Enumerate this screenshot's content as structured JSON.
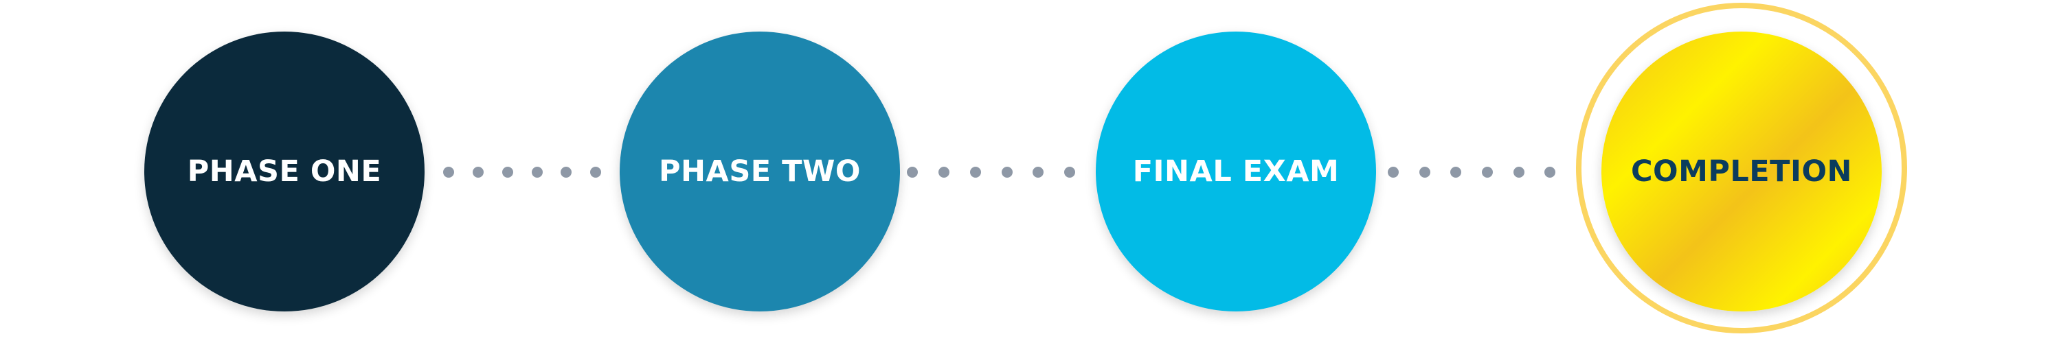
{
  "steps": [
    {
      "label": "PHASE ONE",
      "fill": "#0b2a3c",
      "text_color": "#ffffff"
    },
    {
      "label": "PHASE TWO",
      "fill": "#1c86ae",
      "text_color": "#ffffff"
    },
    {
      "label": "FINAL EXAM",
      "fill": "#02bbe6",
      "text_color": "#ffffff"
    },
    {
      "label": "COMPLETION",
      "fill": "#f7d417",
      "text_color": "#0b3c5d",
      "gradient": [
        "#f3c319",
        "#fff200",
        "#f3c319",
        "#fff200"
      ],
      "ring_color": "#fbd561"
    }
  ],
  "connector": {
    "dot_color": "#8e98a6",
    "dots_per_gap": 6
  }
}
